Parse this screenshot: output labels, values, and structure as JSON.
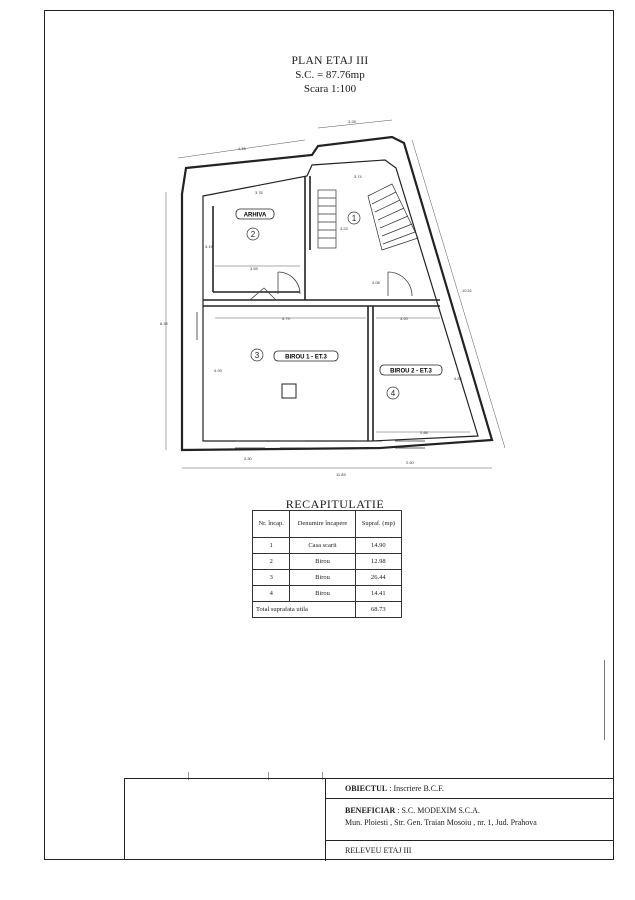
{
  "plan": {
    "title": "PLAN ETAJ III",
    "area": "S.C. = 87.76mp",
    "scale": "Scara 1:100",
    "rooms": [
      {
        "number": "1",
        "label": ""
      },
      {
        "number": "2",
        "label": "ARHIVA"
      },
      {
        "number": "3",
        "label": "BIROU 1 - ET.3"
      },
      {
        "number": "4",
        "label": "BIROU 2 - ET.3"
      }
    ],
    "dimensions": {
      "top_left": "4.15",
      "top_right": "3.28",
      "left_side": "8.39",
      "right_side": "10.51",
      "bottom": "11.89",
      "arhiva_top": "3.76",
      "arhiva_bottom": "3.59",
      "arhiva_height": "3.19",
      "stair_top": "3.74",
      "stair_height": "3.23",
      "stair_bottom": "4.08",
      "birou1_top": "5.79",
      "birou1_height": "4.93",
      "birou2_top": "3.20",
      "birou2_height": "4.55",
      "birou2_bottom": "2.88",
      "window_left": "2.30",
      "window_right": "2.50"
    }
  },
  "recap": {
    "title": "RECAPITULATIE",
    "headers": [
      "Nr. încap.",
      "Denumire încapere",
      "Supraf. (mp)"
    ],
    "rows": [
      [
        "1",
        "Casa scarii",
        "14.90"
      ],
      [
        "2",
        "Birou",
        "12.98"
      ],
      [
        "3",
        "Birou",
        "26.44"
      ],
      [
        "4",
        "Birou",
        "14.41"
      ]
    ],
    "total_label": "Total suprafata utila",
    "total_value": "68.73"
  },
  "title_block": {
    "object_label": "OBIECTUL",
    "object_value": ": Inscriere B.C.F.",
    "beneficiary_label": "BENEFICIAR",
    "beneficiary_value": ": S.C. MODEXIM S.C.A.",
    "address": "Mun. Ploiesti , Str. Gen. Traian Mosoiu , nr. 1, Jud. Prahova",
    "drawing": "RELEVEU ETAJ III"
  }
}
